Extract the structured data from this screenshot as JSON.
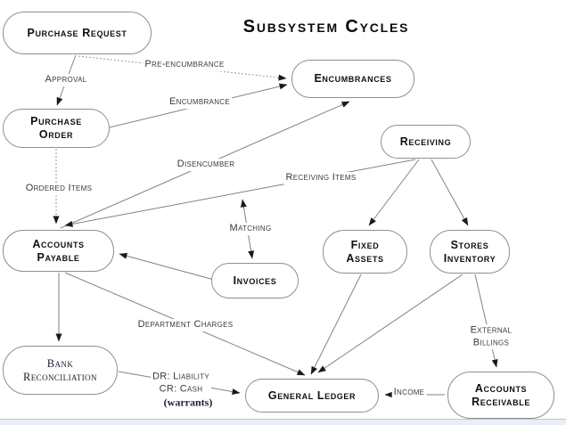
{
  "title": "Subsystem Cycles",
  "nodes": {
    "purchase_request": {
      "label": "Purchase Request"
    },
    "encumbrances": {
      "label": "Encumbrances"
    },
    "purchase_order": {
      "label": "Purchase\nOrder"
    },
    "receiving": {
      "label": "Receiving"
    },
    "accounts_payable": {
      "label": "Accounts\nPayable"
    },
    "invoices": {
      "label": "Invoices"
    },
    "fixed_assets": {
      "label": "Fixed\nAssets"
    },
    "stores_inventory": {
      "label": "Stores\nInventory"
    },
    "bank_reconciliation": {
      "label": "Bank\nReconciliation"
    },
    "general_ledger": {
      "label": "General Ledger"
    },
    "accounts_receivable": {
      "label": "Accounts\nReceivable"
    }
  },
  "edge_labels": {
    "approval": "Approval",
    "pre_encumbrance": "Pre-encumbrance",
    "encumbrance": "Encumbrance",
    "disencumber": "Disencumber",
    "ordered_items": "Ordered Items",
    "receiving_items": "Receiving Items",
    "matching": "Matching",
    "department_charges": "Department Charges",
    "external_billings": "External Billings",
    "income": "Income",
    "dr_cr": "DR: Liability\nCR: Cash",
    "warrants": "(warrants)"
  },
  "colors": {
    "line": "#828282",
    "dotted_line": "#9a9a9a",
    "box_border": "#8f8f8f",
    "box_text": "#101010",
    "label_text": "#3a3a3a",
    "arrowhead": "#1a1a1a"
  }
}
